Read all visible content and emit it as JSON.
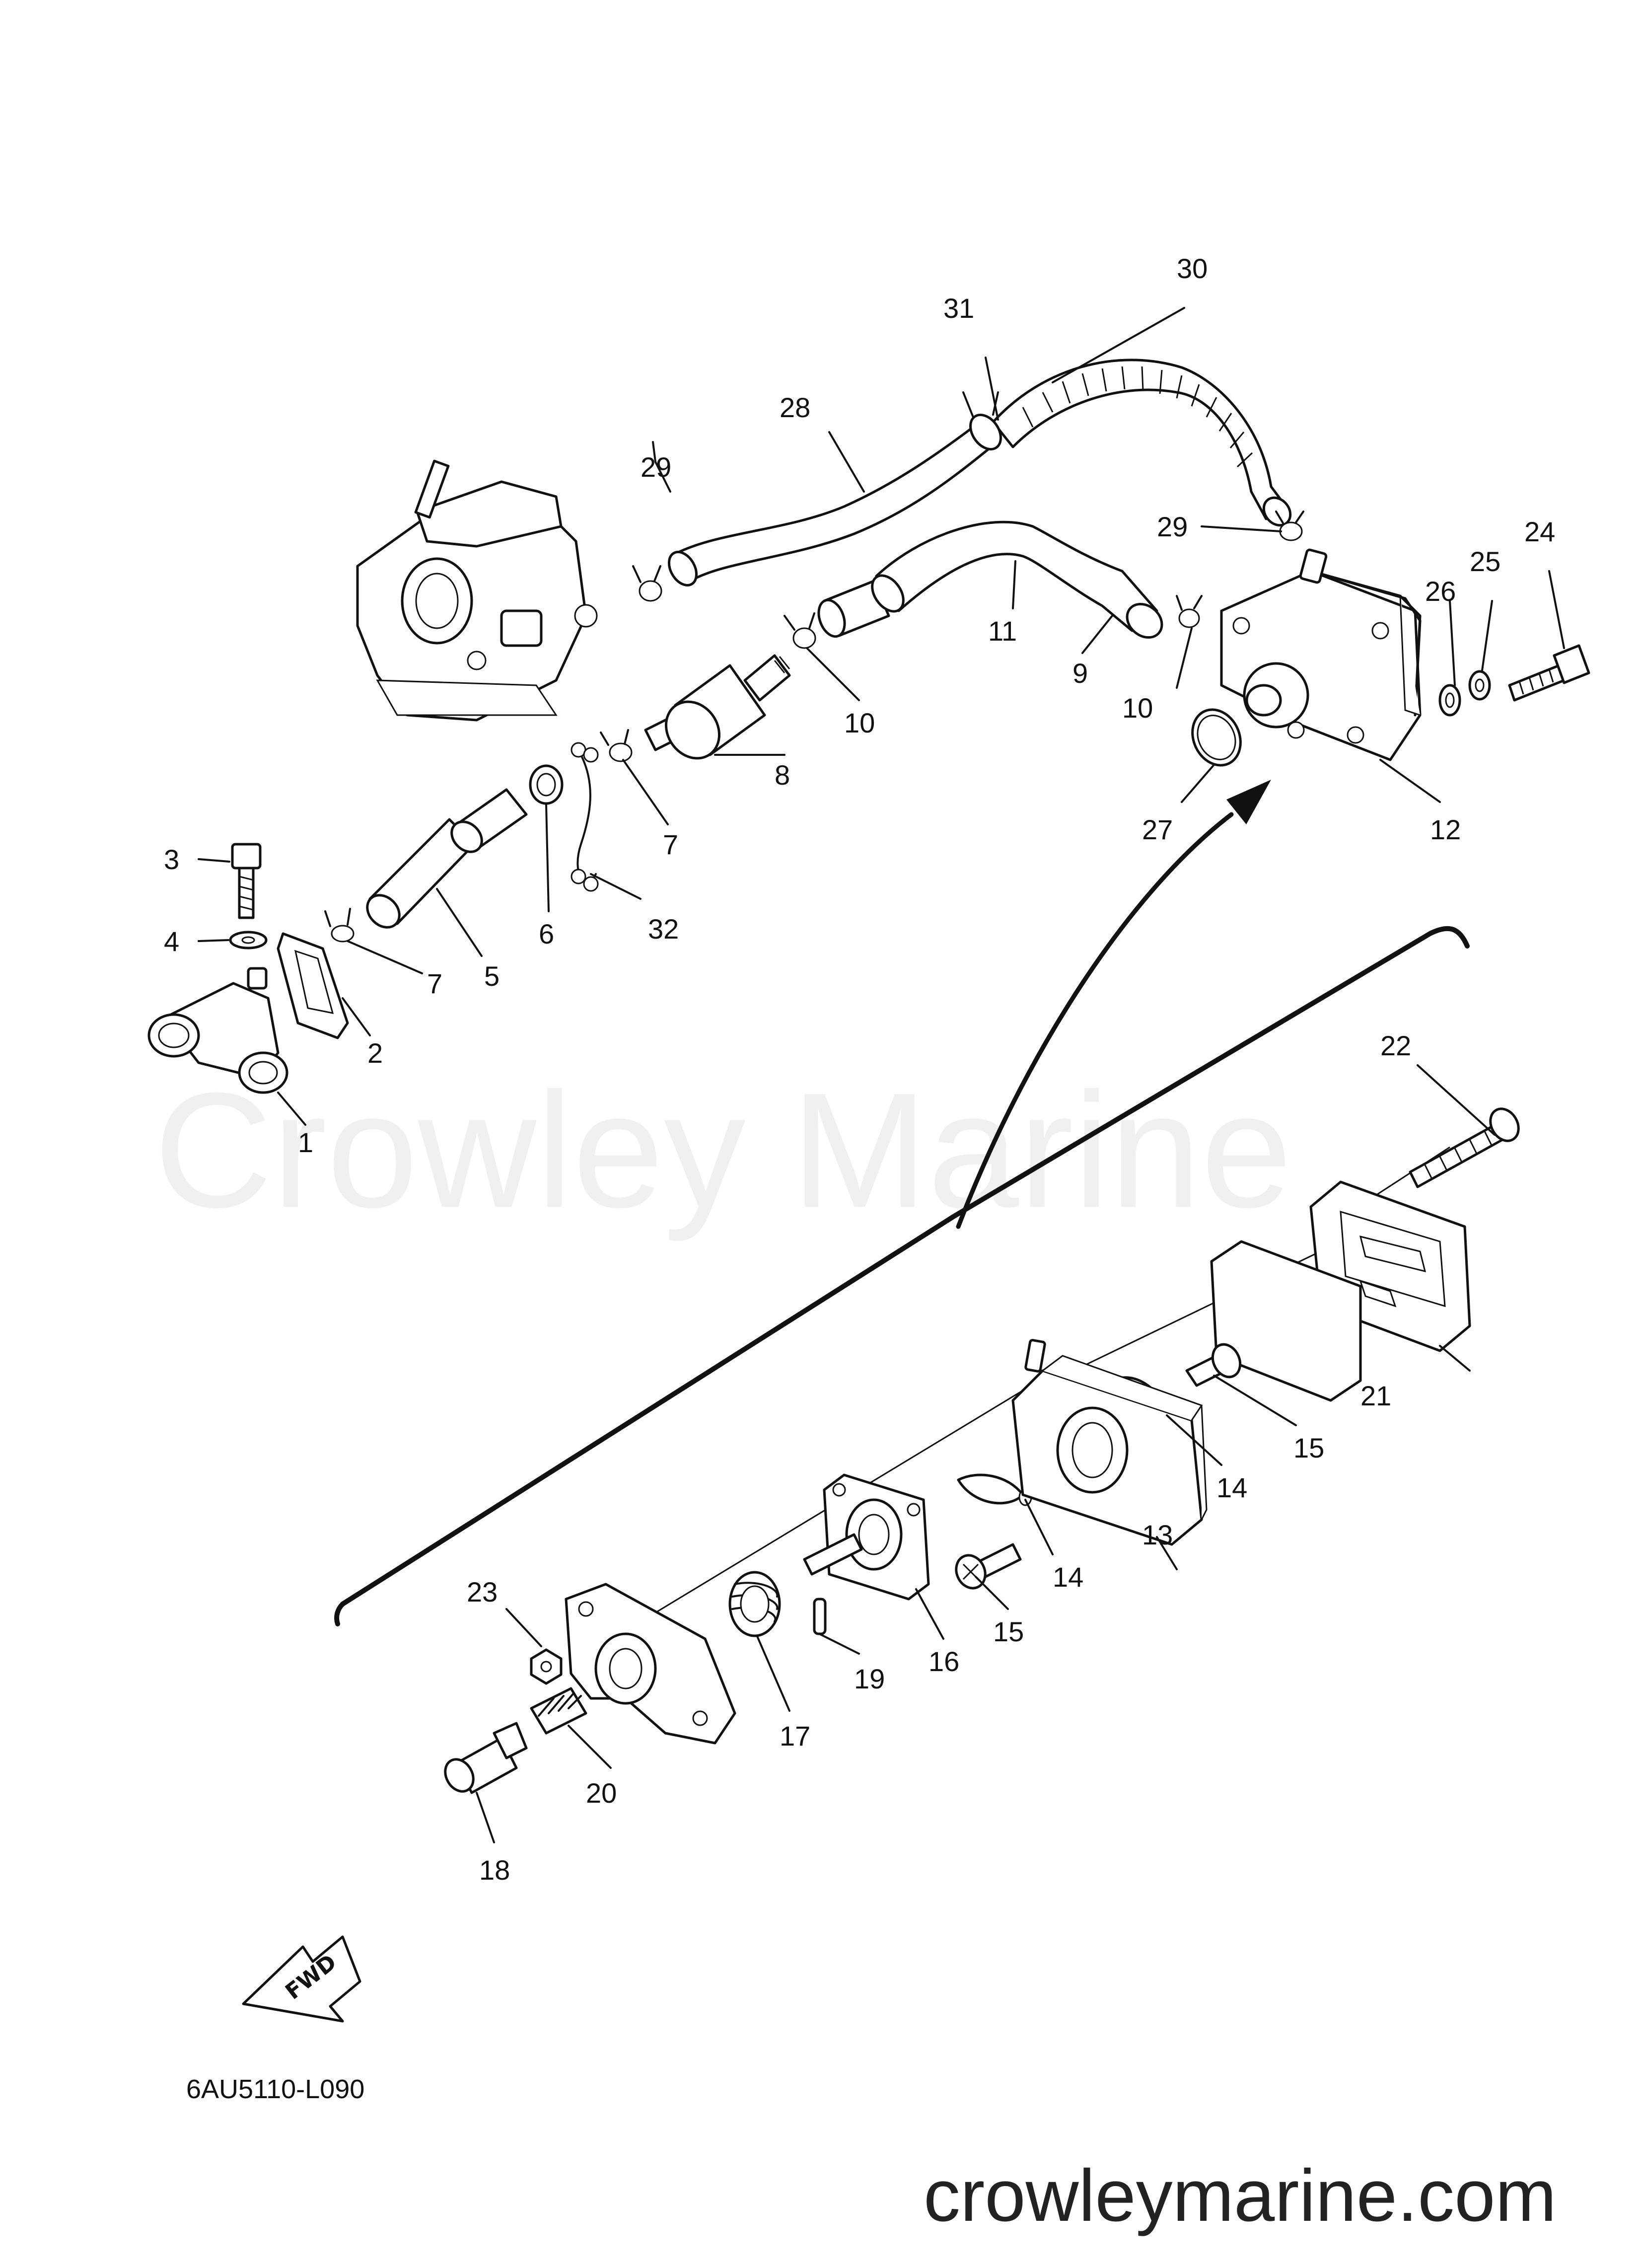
{
  "watermark": "Crowley Marine",
  "drawing_code": "6AU5110-L090",
  "fwd_label": "FWD",
  "site": "crowleymarine.com",
  "callouts": [
    {
      "id": "c1",
      "label": "1"
    },
    {
      "id": "c2",
      "label": "2"
    },
    {
      "id": "c3",
      "label": "3"
    },
    {
      "id": "c4",
      "label": "4"
    },
    {
      "id": "c5",
      "label": "5"
    },
    {
      "id": "c6",
      "label": "6"
    },
    {
      "id": "c7a",
      "label": "7"
    },
    {
      "id": "c7b",
      "label": "7"
    },
    {
      "id": "c8",
      "label": "8"
    },
    {
      "id": "c9",
      "label": "9"
    },
    {
      "id": "c10a",
      "label": "10"
    },
    {
      "id": "c10b",
      "label": "10"
    },
    {
      "id": "c11",
      "label": "11"
    },
    {
      "id": "c12",
      "label": "12"
    },
    {
      "id": "c13",
      "label": "13"
    },
    {
      "id": "c14a",
      "label": "14"
    },
    {
      "id": "c14b",
      "label": "14"
    },
    {
      "id": "c15a",
      "label": "15"
    },
    {
      "id": "c15b",
      "label": "15"
    },
    {
      "id": "c16",
      "label": "16"
    },
    {
      "id": "c17",
      "label": "17"
    },
    {
      "id": "c18",
      "label": "18"
    },
    {
      "id": "c19",
      "label": "19"
    },
    {
      "id": "c20",
      "label": "20"
    },
    {
      "id": "c21",
      "label": "21"
    },
    {
      "id": "c22",
      "label": "22"
    },
    {
      "id": "c23",
      "label": "23"
    },
    {
      "id": "c24",
      "label": "24"
    },
    {
      "id": "c25",
      "label": "25"
    },
    {
      "id": "c26",
      "label": "26"
    },
    {
      "id": "c27",
      "label": "27"
    },
    {
      "id": "c28",
      "label": "28"
    },
    {
      "id": "c29a",
      "label": "29"
    },
    {
      "id": "c29b",
      "label": "29"
    },
    {
      "id": "c30",
      "label": "30"
    },
    {
      "id": "c31",
      "label": "31"
    },
    {
      "id": "c32",
      "label": "32"
    }
  ]
}
